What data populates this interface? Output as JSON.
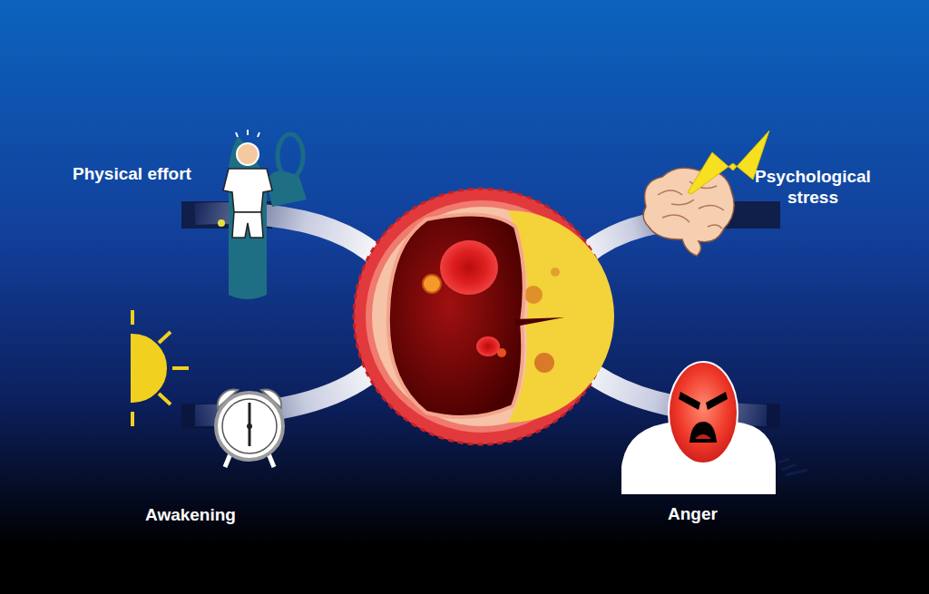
{
  "diagram": {
    "labels": [
      "Physical effort",
      "Psychological stress",
      "Awakening",
      "Anger"
    ]
  }
}
